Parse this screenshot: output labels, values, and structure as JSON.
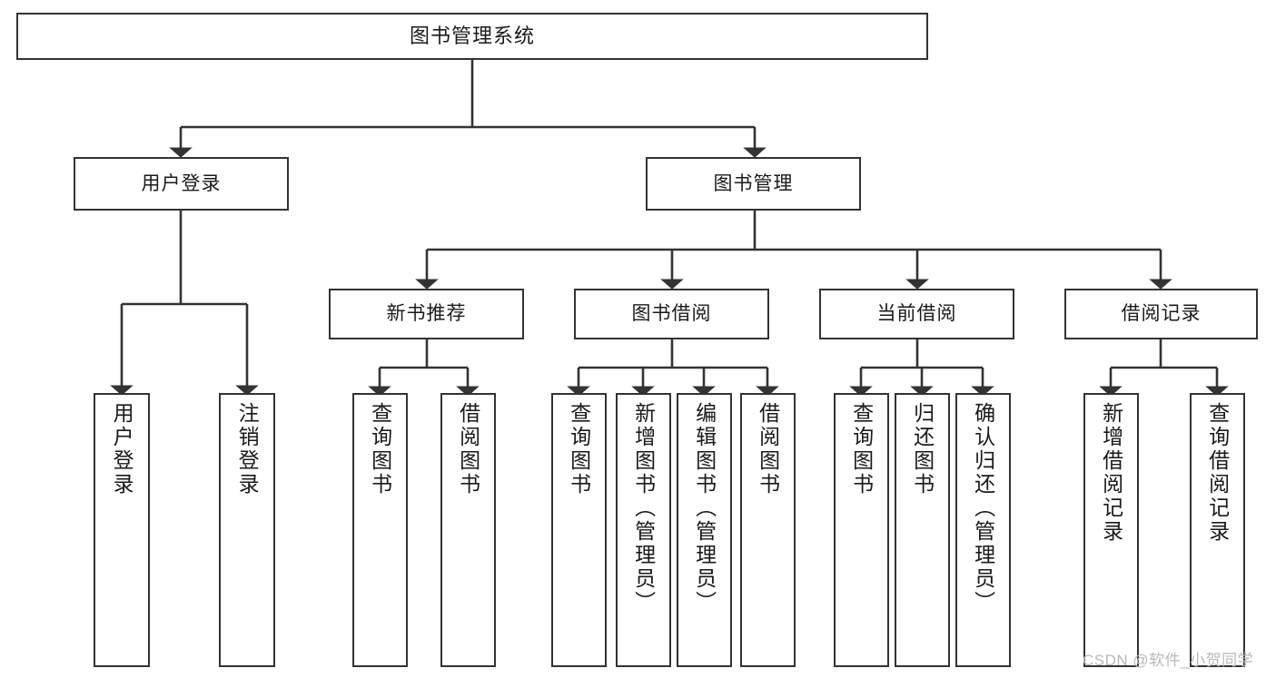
{
  "diagram": {
    "title": "图书管理系统",
    "type": "functional-structure-tree",
    "root": {
      "label": "图书管理系统"
    },
    "level2": [
      {
        "label": "用户登录"
      },
      {
        "label": "图书管理"
      }
    ],
    "level3": [
      {
        "label": "新书推荐"
      },
      {
        "label": "图书借阅"
      },
      {
        "label": "当前借阅"
      },
      {
        "label": "借阅记录"
      }
    ],
    "leaves": {
      "user_login": [
        {
          "label": "用户登录"
        },
        {
          "label": "注销登录"
        }
      ],
      "new_book_recommend": [
        {
          "label": "查询图书"
        },
        {
          "label": "借阅图书"
        }
      ],
      "book_borrow": [
        {
          "label": "查询图书"
        },
        {
          "label": "新增图书（管理员）"
        },
        {
          "label": "编辑图书（管理员）"
        },
        {
          "label": "借阅图书"
        }
      ],
      "current_borrow": [
        {
          "label": "查询图书"
        },
        {
          "label": "归还图书"
        },
        {
          "label": "确认归还（管理员）"
        }
      ],
      "borrow_record": [
        {
          "label": "新增借阅记录"
        },
        {
          "label": "查询借阅记录"
        }
      ]
    }
  },
  "watermark": {
    "text": "CSDN @软件_小贺同学"
  },
  "colors": {
    "stroke": "#333333",
    "box_fill": "#ffffff",
    "text": "#1a1a1a",
    "watermark": "#b9b9b9",
    "background": "#ffffff"
  }
}
